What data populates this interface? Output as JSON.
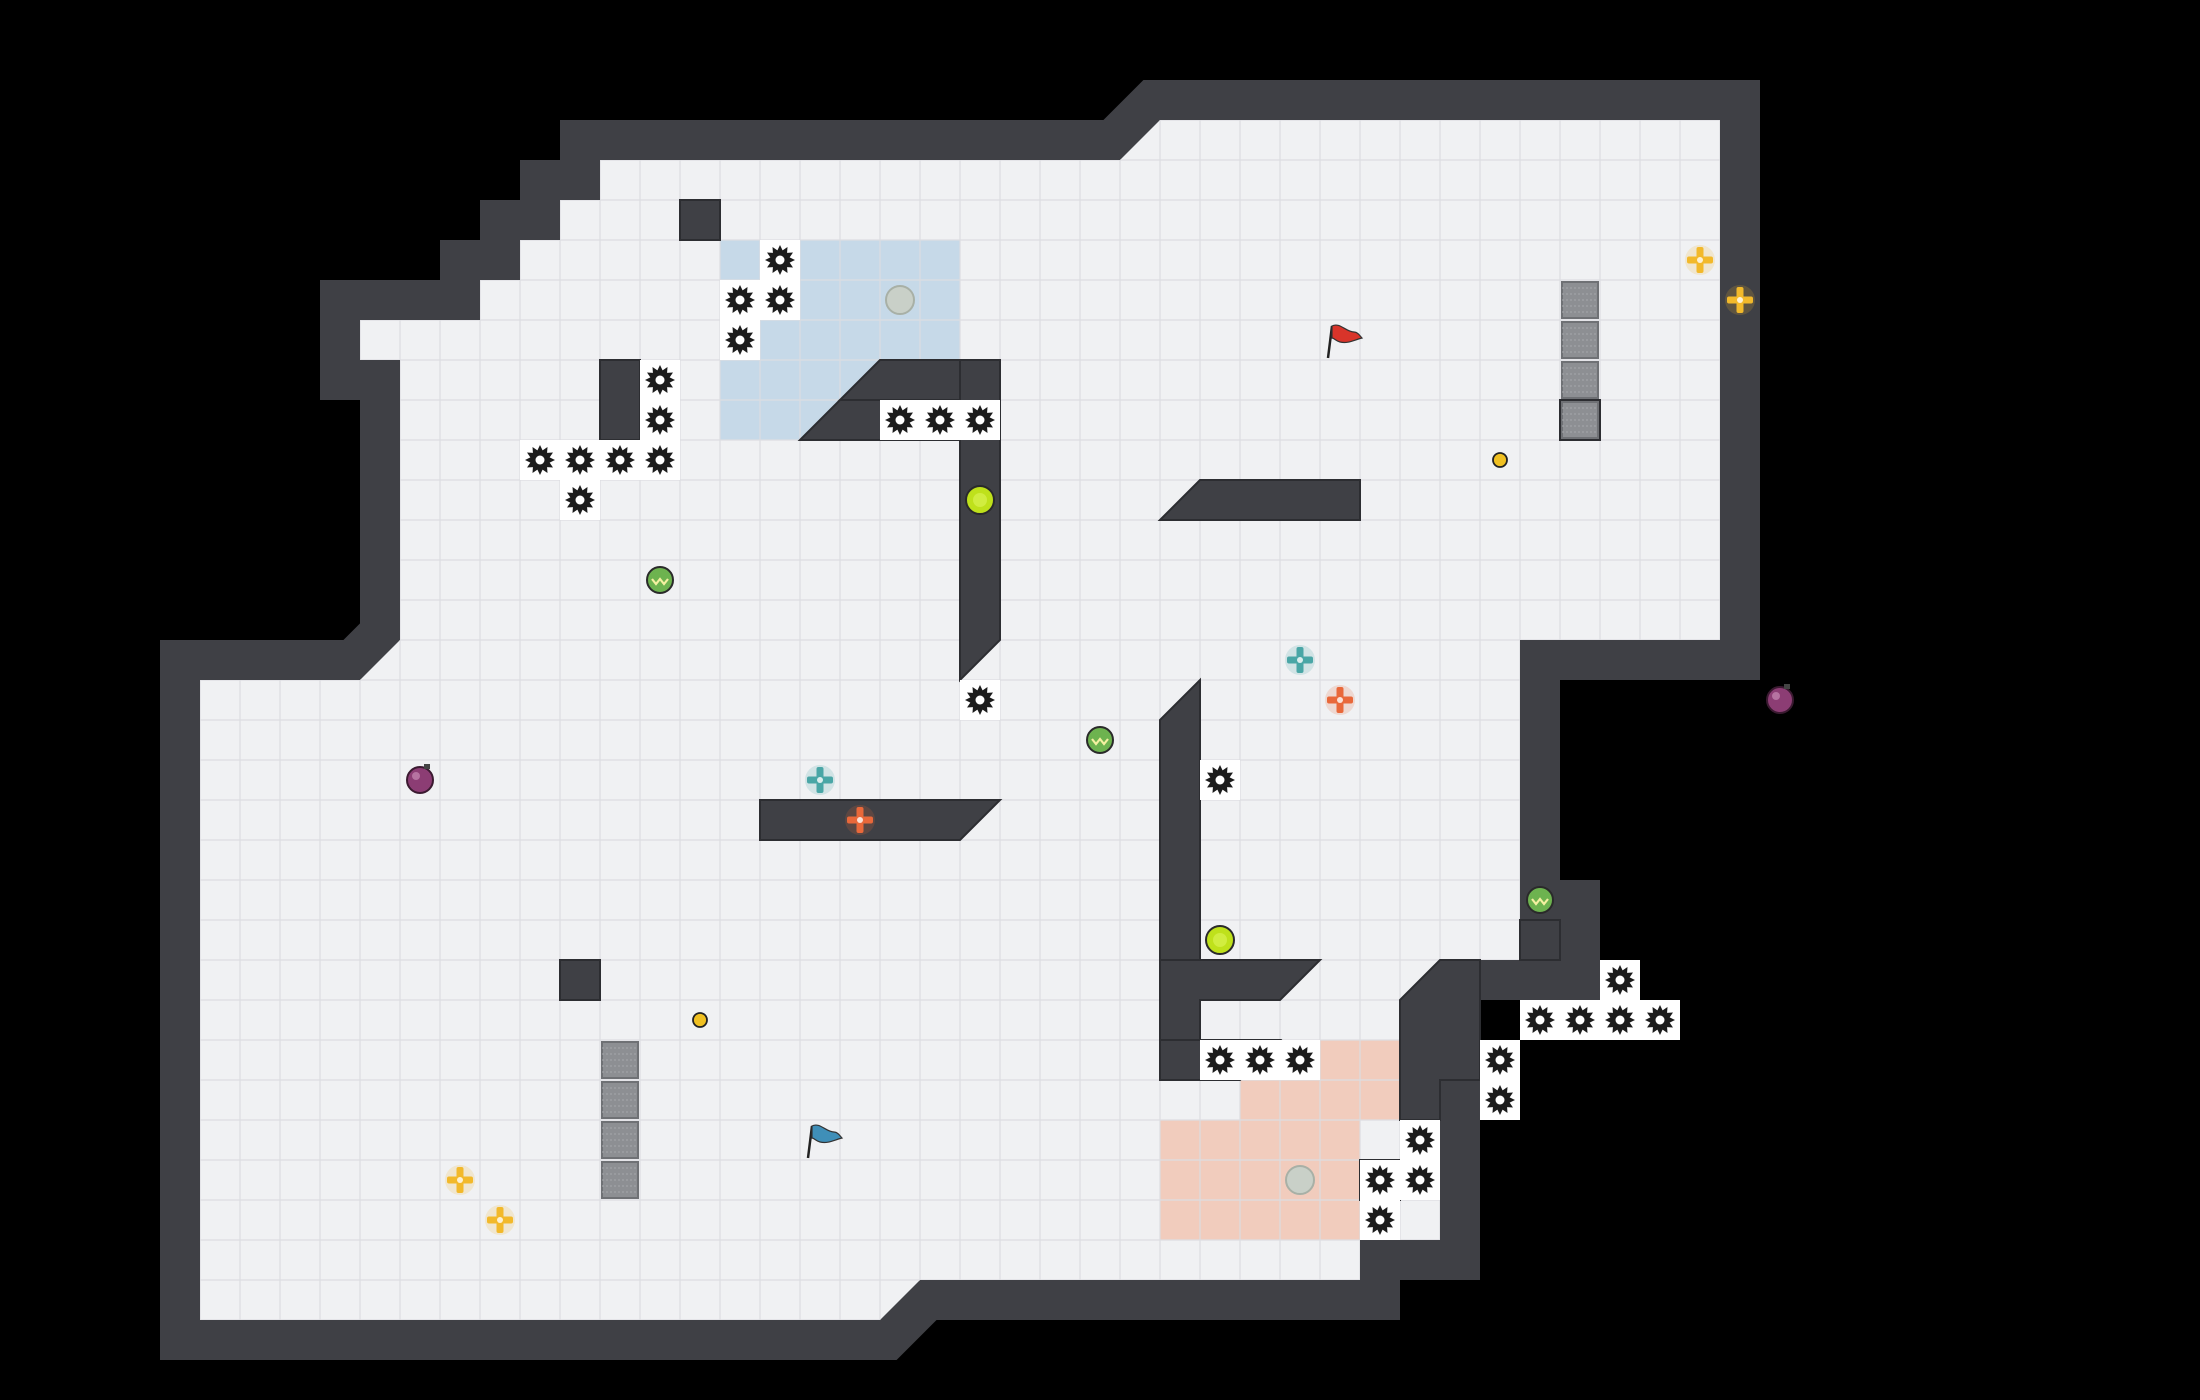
{
  "game": {
    "type": "top-down tile arena",
    "grid_unit": "tile",
    "colors": {
      "background": "#000000",
      "floor": "#f0f1f3",
      "grid_line": "#dcdde1",
      "wall": "#3f4045",
      "wall_edge": "#2c2d31",
      "blue_zone": "#c6d9e8",
      "red_zone": "#f1ccbd",
      "spike": "#1c1c1c",
      "grate": "#8d8f93",
      "blue_flag": "#3f8fb8",
      "red_flag": "#d8342a",
      "yellow_powerup": "#f2b92b",
      "teal_powerup": "#4aa6a6",
      "orange_powerup": "#e9683a",
      "purple_bomb": "#8c3d74",
      "lime_boost": "#bfe11b",
      "green_boost": "#6db34f",
      "gold_token": "#f0c021",
      "gray_portal": "#c9d0c8"
    },
    "icons": [
      "spike-icon",
      "flag-icon",
      "powerup-cross-icon",
      "bomb-icon",
      "boost-icon",
      "portal-icon",
      "grate-icon",
      "token-icon"
    ],
    "zones": [
      {
        "team": "blue",
        "cells": [
          [
            13,
            2
          ],
          [
            14,
            2
          ],
          [
            15,
            2
          ],
          [
            16,
            2
          ],
          [
            17,
            2
          ],
          [
            18,
            2
          ],
          [
            14,
            3
          ],
          [
            15,
            3
          ],
          [
            16,
            3
          ],
          [
            17,
            3
          ],
          [
            18,
            3
          ],
          [
            13,
            4
          ],
          [
            14,
            4
          ],
          [
            15,
            4
          ],
          [
            16,
            4
          ],
          [
            17,
            4
          ],
          [
            18,
            4
          ],
          [
            13,
            5
          ],
          [
            14,
            5
          ],
          [
            15,
            5
          ],
          [
            16,
            5
          ],
          [
            17,
            5
          ],
          [
            13,
            6
          ],
          [
            14,
            6
          ],
          [
            15,
            6
          ]
        ]
      },
      {
        "team": "red",
        "cells": [
          [
            27,
            22
          ],
          [
            28,
            22
          ],
          [
            29,
            22
          ],
          [
            30,
            22
          ],
          [
            26,
            23
          ],
          [
            27,
            23
          ],
          [
            28,
            23
          ],
          [
            29,
            23
          ],
          [
            30,
            23
          ],
          [
            24,
            24
          ],
          [
            25,
            24
          ],
          [
            26,
            24
          ],
          [
            27,
            24
          ],
          [
            28,
            24
          ],
          [
            24,
            25
          ],
          [
            25,
            25
          ],
          [
            26,
            25
          ],
          [
            27,
            25
          ],
          [
            28,
            25
          ],
          [
            24,
            26
          ],
          [
            25,
            26
          ],
          [
            26,
            26
          ],
          [
            27,
            26
          ],
          [
            28,
            26
          ]
        ]
      }
    ],
    "flags": [
      {
        "team": "red",
        "cell": [
          28,
          4
        ]
      },
      {
        "team": "blue",
        "cell": [
          15,
          24
        ]
      }
    ],
    "spikes": [
      [
        14,
        2
      ],
      [
        13,
        3
      ],
      [
        14,
        3
      ],
      [
        13,
        4
      ],
      [
        11,
        5
      ],
      [
        11,
        6
      ],
      [
        17,
        6
      ],
      [
        18,
        6
      ],
      [
        19,
        6
      ],
      [
        8,
        7
      ],
      [
        9,
        7
      ],
      [
        10,
        7
      ],
      [
        11,
        7
      ],
      [
        9,
        8
      ],
      [
        19,
        13
      ],
      [
        25,
        15
      ],
      [
        35,
        20
      ],
      [
        33,
        21
      ],
      [
        34,
        21
      ],
      [
        35,
        21
      ],
      [
        36,
        21
      ],
      [
        25,
        22
      ],
      [
        26,
        22
      ],
      [
        27,
        22
      ],
      [
        32,
        22
      ],
      [
        32,
        23
      ],
      [
        30,
        24
      ],
      [
        29,
        25
      ],
      [
        30,
        25
      ],
      [
        29,
        26
      ]
    ],
    "grates": [
      [
        34,
        3
      ],
      [
        34,
        4
      ],
      [
        34,
        5
      ],
      [
        34,
        6
      ],
      [
        10,
        22
      ],
      [
        10,
        23
      ],
      [
        10,
        24
      ],
      [
        10,
        25
      ]
    ],
    "powerups": [
      {
        "kind": "yellow",
        "cell": [
          37,
          2
        ]
      },
      {
        "kind": "yellow",
        "cell": [
          38,
          3
        ]
      },
      {
        "kind": "yellow",
        "cell": [
          6,
          25
        ]
      },
      {
        "kind": "yellow",
        "cell": [
          7,
          26
        ]
      },
      {
        "kind": "teal",
        "cell": [
          27,
          12
        ]
      },
      {
        "kind": "teal",
        "cell": [
          15,
          15
        ]
      },
      {
        "kind": "orange",
        "cell": [
          28,
          13
        ]
      },
      {
        "kind": "orange",
        "cell": [
          16,
          16
        ]
      }
    ],
    "bombs": [
      [
        5,
        15
      ],
      [
        39,
        13
      ]
    ],
    "boosts": [
      {
        "kind": "lime",
        "cell": [
          19,
          8
        ]
      },
      {
        "kind": "lime",
        "cell": [
          25,
          19
        ]
      },
      {
        "kind": "green",
        "cell": [
          11,
          10
        ]
      },
      {
        "kind": "green",
        "cell": [
          22,
          14
        ]
      },
      {
        "kind": "green",
        "cell": [
          33,
          18
        ]
      }
    ],
    "portals": [
      [
        17,
        3
      ],
      [
        27,
        25
      ]
    ],
    "tokens": [
      [
        32,
        7
      ],
      [
        12,
        21
      ]
    ]
  }
}
